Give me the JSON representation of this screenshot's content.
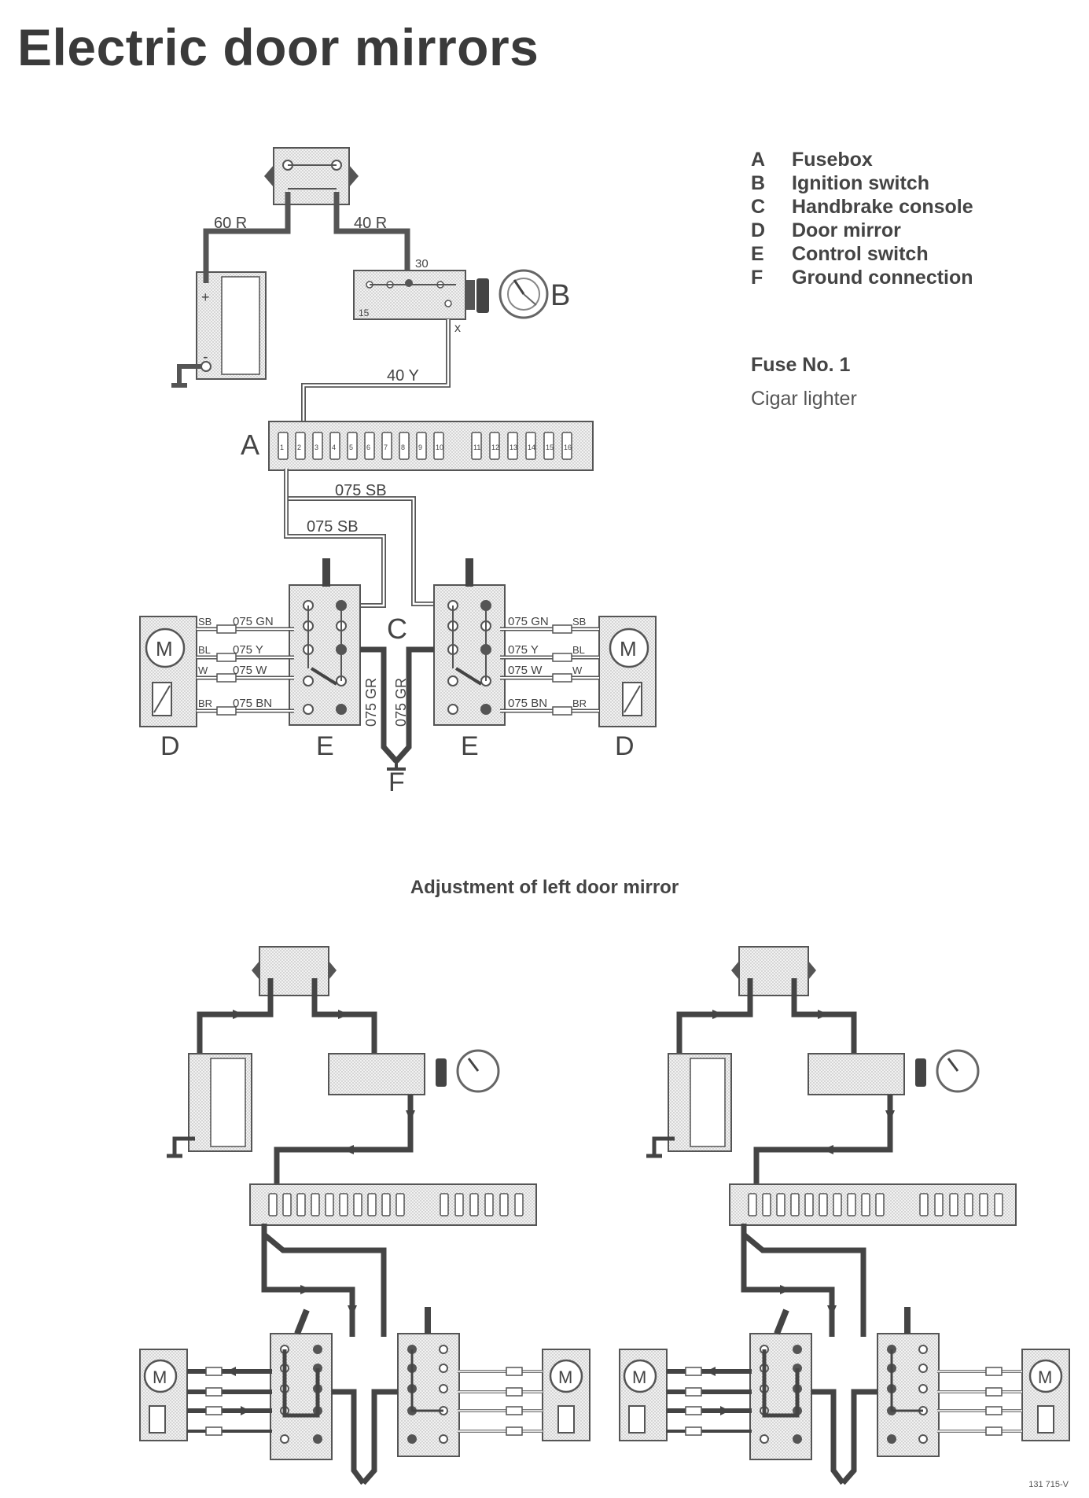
{
  "title": "Electric door mirrors",
  "legend": [
    {
      "key": "A",
      "text": "Fusebox"
    },
    {
      "key": "B",
      "text": "Ignition switch"
    },
    {
      "key": "C",
      "text": "Handbrake console"
    },
    {
      "key": "D",
      "text": "Door mirror"
    },
    {
      "key": "E",
      "text": "Control switch"
    },
    {
      "key": "F",
      "text": "Ground connection"
    }
  ],
  "fuse": {
    "title": "Fuse No. 1",
    "subtitle": "Cigar lighter"
  },
  "adjustment_title": "Adjustment of left door mirror",
  "reference": "131 715-V",
  "diagram": {
    "letters": {
      "A": "A",
      "B": "B",
      "C": "C",
      "D": "D",
      "E": "E",
      "F": "F"
    },
    "motor_symbol": "M",
    "battery_plus": "+",
    "battery_minus": "-",
    "ignition_terminals": {
      "t30": "30",
      "t15": "15",
      "tx": "x"
    },
    "wire_labels": {
      "w60r": "60 R",
      "w40r": "40 R",
      "w40y": "40 Y",
      "w075sb_a": "075 SB",
      "w075sb_b": "075 SB",
      "w075gr_a": "075 GR",
      "w075gr_b": "075 GR"
    },
    "mirror_wires": [
      "075 GN",
      "075 Y",
      "075 W",
      "075 BN"
    ],
    "mirror_wire_codes": [
      "SB",
      "BL",
      "W",
      "BR"
    ],
    "fuse_numbers": [
      "1",
      "2",
      "3",
      "4",
      "5",
      "6",
      "7",
      "8",
      "9",
      "10",
      "11",
      "12",
      "13",
      "14",
      "15",
      "16"
    ]
  }
}
